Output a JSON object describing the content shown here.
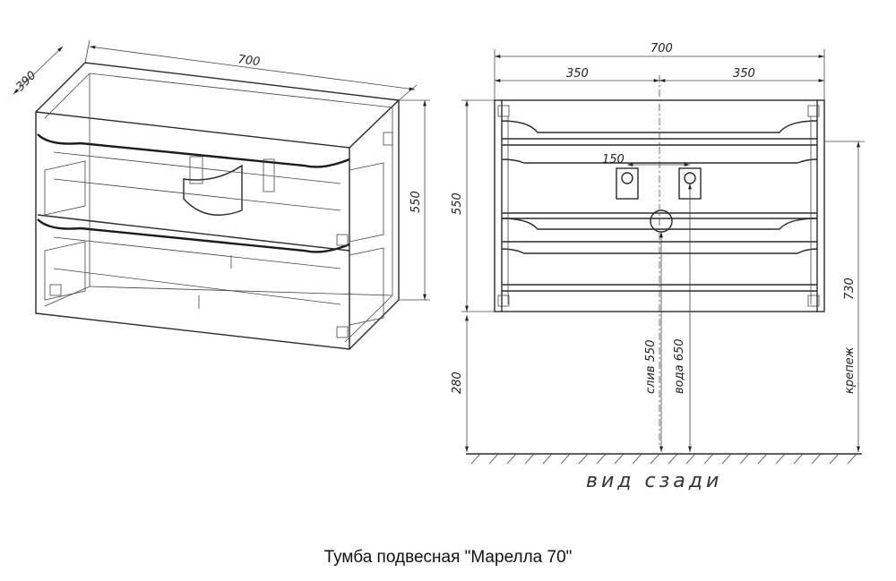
{
  "caption": "Тумба подвесная \"Марелла 70\"",
  "left_view": {
    "width_dim": "700",
    "depth_dim": "390",
    "height_dim": "550"
  },
  "rear_view": {
    "total_width": "700",
    "half_left": "350",
    "half_right": "350",
    "hole_spacing": "150",
    "height": "550",
    "bottom_gap": "280",
    "drain_label": "слив 550",
    "water_label": "вода 650",
    "mount_label": "крепеж",
    "mount_dim": "730",
    "view_label": "вид сзади"
  }
}
